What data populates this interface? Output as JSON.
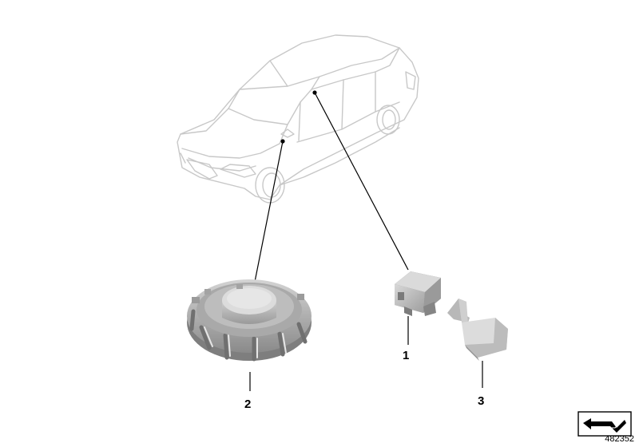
{
  "parts": [
    {
      "callout": "1"
    },
    {
      "callout": "2"
    },
    {
      "callout": "3"
    }
  ],
  "diagram_number": "482352",
  "colors": {
    "car_outline": "#c8c8c8",
    "leader_line": "#000000",
    "part_fill": "#c9c9c9",
    "part_shadow": "#8e8e8e"
  },
  "icons": [
    "car-outline-icon",
    "speaker-part-icon",
    "control-module-icon",
    "mounting-bracket-icon",
    "arrow-symbol-icon"
  ]
}
